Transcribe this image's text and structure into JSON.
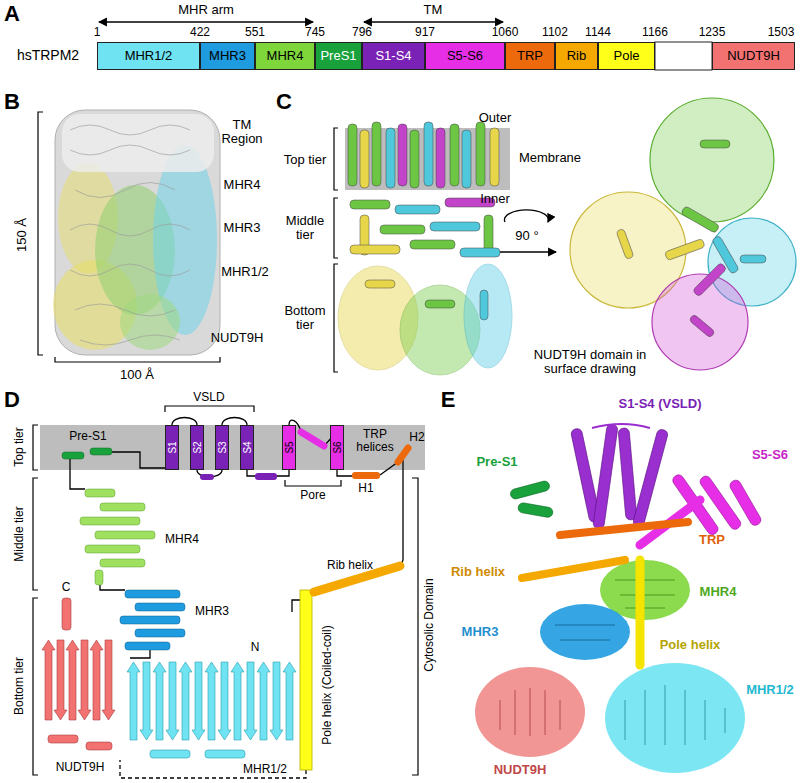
{
  "diagram": {
    "nodes": [
      {
        "text": [
          "MHR1/2"
        ]
      },
      {
        "text": [
          "MHR3"
        ]
      },
      {
        "text": [
          "MHR4"
        ]
      },
      {
        "text": [
          "PreS1"
        ]
      },
      {
        "text": [
          "S1-S4"
        ]
      },
      {
        "text": [
          "S5-S6"
        ]
      },
      {
        "text": [
          "TRP"
        ]
      },
      {
        "text": [
          "Rib"
        ]
      },
      {
        "text": [
          "Pole"
        ]
      },
      {
        "text": [
          "NUDT9H"
        ]
      },
      {
        "text": [
          "S1"
        ]
      },
      {
        "text": [
          "S2"
        ]
      },
      {
        "text": [
          "S3"
        ]
      },
      {
        "text": [
          "S4"
        ]
      },
      {
        "text": [
          "S5"
        ]
      },
      {
        "text": [
          "S6"
        ]
      }
    ],
    "edges": [],
    "labels": [
      "A",
      "B",
      "C",
      "D",
      "E",
      "MHR arm",
      "TM",
      "1",
      "422",
      "551",
      "745",
      "796",
      "917",
      "1060",
      "1102",
      "1144",
      "1166",
      "1235",
      "1503",
      "hsTRPM2",
      "150 Å",
      "100 Å",
      "TM Region",
      "MHR4",
      "MHR3",
      "MHR1/2",
      "NUDT9H",
      "Top tier",
      "Middle tier",
      "Bottom tier",
      "Outer",
      "Membrane",
      "Inner",
      "90 °",
      "NUDT9H domain in surface drawing",
      "VSLD",
      "Top tier",
      "Pre-S1",
      "Pore",
      "TRP helices",
      "H1",
      "H2",
      "MHR4",
      "Middle tier",
      "C",
      "Rib helix",
      "MHR3",
      "Cytosolic Domain",
      "Bottom tier",
      "N",
      "Pole helix (Coiled-coil)",
      "NUDT9H",
      "MHR1/2",
      "S1-S4 (VSLD)",
      "S5-S6",
      "Pre-S1",
      "TRP",
      "Rib helix",
      "MHR4",
      "MHR3",
      "Pole helix",
      "MHR1/2",
      "NUDT9H"
    ]
  }
}
